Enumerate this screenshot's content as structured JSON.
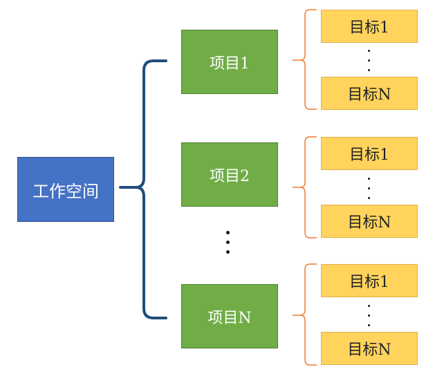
{
  "workspace": {
    "label": "工作空间"
  },
  "projects": [
    {
      "label": "项目1",
      "goals": [
        "目标1",
        "目标N"
      ]
    },
    {
      "label": "项目2",
      "goals": [
        "目标1",
        "目标N"
      ]
    },
    {
      "label": "项目N",
      "goals": [
        "目标1",
        "目标N"
      ]
    }
  ],
  "colors": {
    "workspace": "#4472C4",
    "project": "#70AD47",
    "goal": "#FFD35C",
    "brace_main": "#1F4E79",
    "brace_goal": "#ED7D31"
  }
}
